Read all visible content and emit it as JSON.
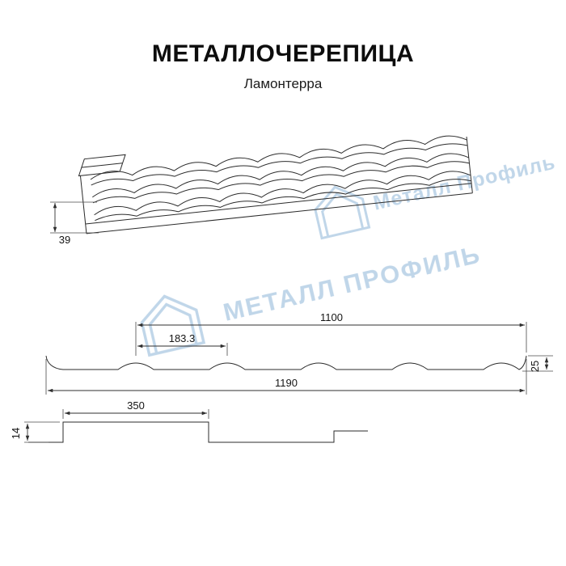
{
  "header": {
    "title": "МЕТАЛЛОЧЕРЕПИЦА",
    "subtitle": "Ламонтерра"
  },
  "watermark": {
    "text_upper": "Металл Профиль",
    "text_lower": "МЕТАЛЛ ПРОФИЛЬ",
    "color": "#bdd4e8"
  },
  "dimensions": {
    "roof_step": "39",
    "cover_width": "1100",
    "wave_pitch": "183.3",
    "profile_height": "25",
    "full_width": "1190",
    "module_length": "350",
    "step_height": "14"
  }
}
